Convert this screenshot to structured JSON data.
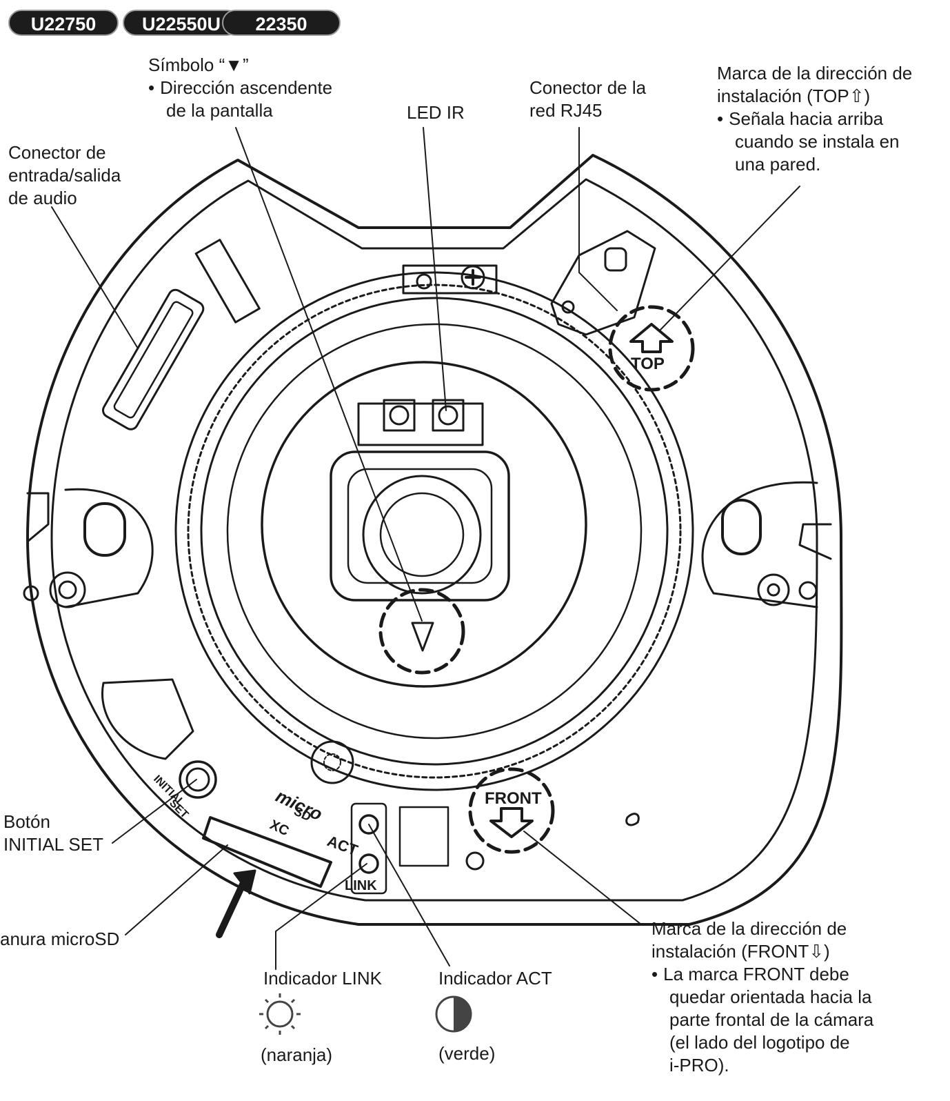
{
  "models": [
    "U22750",
    "U22550U",
    "22350"
  ],
  "labels": {
    "symbol": {
      "title": "Símbolo “▼”",
      "bullet": "Dirección ascendente",
      "bullet_cont": "de la pantalla"
    },
    "led_ir": "LED IR",
    "rj45": {
      "line1": "Conector de la",
      "line2": "red RJ45"
    },
    "top_mark": {
      "line1": "Marca de la dirección de",
      "line2": "instalación (TOP⇧)",
      "bullet1": "Señala hacia arriba",
      "bullet2": "cuando se instala en",
      "bullet3": "una pared."
    },
    "audio": {
      "line1": "Conector de",
      "line2": "entrada/salida",
      "line3": "de audio"
    },
    "initial_set": {
      "line1": "Botón",
      "line2": "INITIAL SET"
    },
    "microsd": "anura microSD",
    "link": {
      "title": "Indicador LINK",
      "color": "(naranja)"
    },
    "act": {
      "title": "Indicador ACT",
      "color": "(verde)"
    },
    "front_mark": {
      "line1": "Marca de la dirección de",
      "line2": "instalación (FRONT⇩)",
      "bullet1": "La marca FRONT debe",
      "bullet2": "quedar orientada hacia la",
      "bullet3": "parte frontal de la cámara",
      "bullet4": "(el lado del logotipo de",
      "bullet5": "i-PRO)."
    }
  },
  "device_markings": {
    "top": "TOP",
    "front": "FRONT",
    "act": "ACT",
    "link": "LINK",
    "initial_set_a": "INITIAL",
    "initial_set_b": "SET",
    "micro": "micro",
    "sd": "SD",
    "xc": "XC"
  }
}
